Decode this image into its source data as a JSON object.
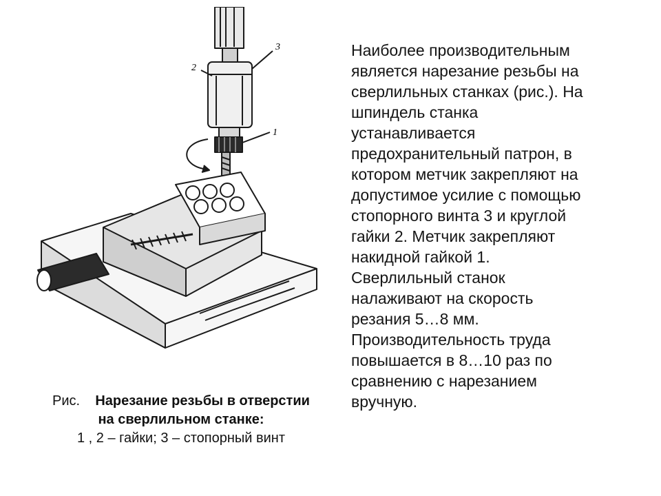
{
  "figure": {
    "callouts": [
      "1",
      "2",
      "3"
    ]
  },
  "caption": {
    "prefix": "Рис.",
    "title_line1": "Нарезание резьбы в отверстии",
    "title_line2": "на сверлильном станке:",
    "legend": "1 , 2 – гайки; 3 – стопорный винт"
  },
  "body": {
    "lines": [
      "Наиболее производительным",
      "является нарезание резьбы на",
      "сверлильных станках (рис.). На",
      "шпиндель станка",
      "устанавливается",
      "предохранительный патрон, в",
      "котором метчик закрепляют на",
      "допустимое усилие с помощью",
      "стопорного винта 3 и круглой",
      "гайки 2.  Метчик закрепляют",
      "накидной гайкой 1.",
      "Сверлильный станок",
      "налаживают на скорость",
      "резания 5…8 мм.",
      "Производительность труда",
      "повышается в 8…10 раз по",
      "сравнению с нарезанием",
      "вручную."
    ]
  }
}
